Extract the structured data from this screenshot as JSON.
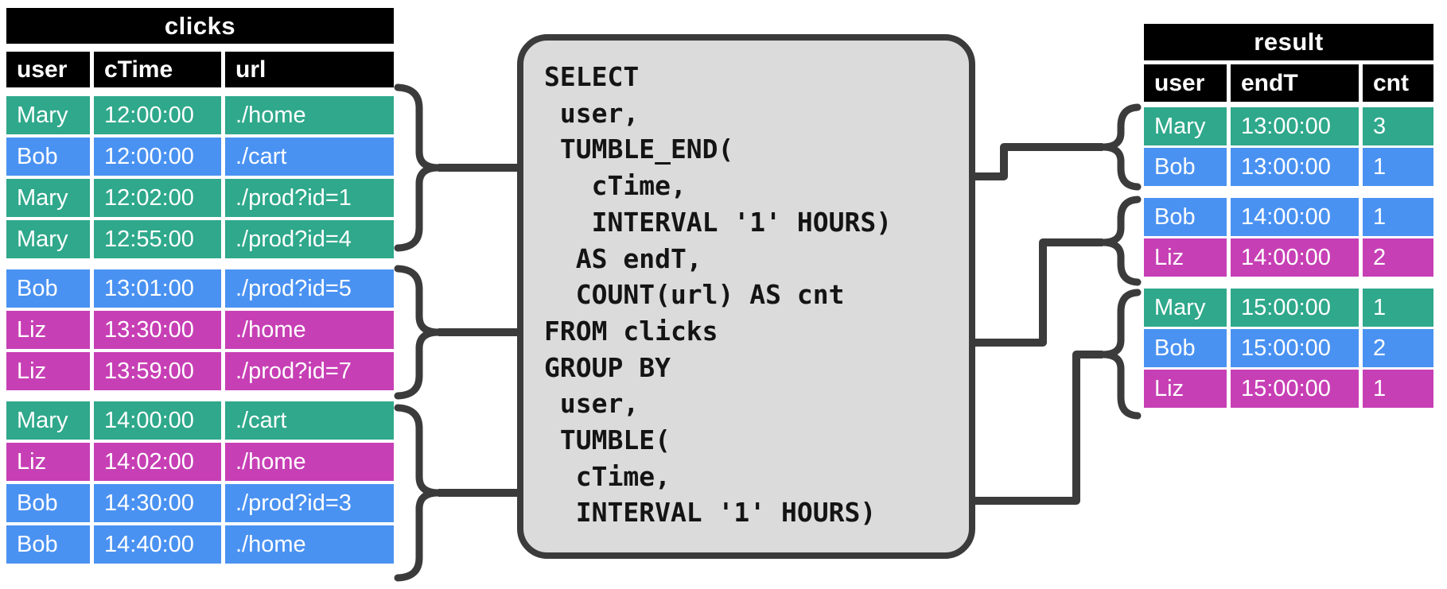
{
  "left_table": {
    "title": "clicks",
    "columns": [
      "user",
      "cTime",
      "url"
    ],
    "groups": [
      [
        {
          "user": "Mary",
          "cTime": "12:00:00",
          "url": "./home"
        },
        {
          "user": "Bob",
          "cTime": "12:00:00",
          "url": "./cart"
        },
        {
          "user": "Mary",
          "cTime": "12:02:00",
          "url": "./prod?id=1"
        },
        {
          "user": "Mary",
          "cTime": "12:55:00",
          "url": "./prod?id=4"
        }
      ],
      [
        {
          "user": "Bob",
          "cTime": "13:01:00",
          "url": "./prod?id=5"
        },
        {
          "user": "Liz",
          "cTime": "13:30:00",
          "url": "./home"
        },
        {
          "user": "Liz",
          "cTime": "13:59:00",
          "url": "./prod?id=7"
        }
      ],
      [
        {
          "user": "Mary",
          "cTime": "14:00:00",
          "url": "./cart"
        },
        {
          "user": "Liz",
          "cTime": "14:02:00",
          "url": "./home"
        },
        {
          "user": "Bob",
          "cTime": "14:30:00",
          "url": "./prod?id=3"
        },
        {
          "user": "Bob",
          "cTime": "14:40:00",
          "url": "./home"
        }
      ]
    ]
  },
  "sql_box": {
    "lines": [
      "SELECT",
      " user,",
      " TUMBLE_END(",
      "   cTime,",
      "   INTERVAL '1' HOURS)",
      "  AS endT,",
      "  COUNT(url) AS cnt",
      "FROM clicks",
      "GROUP BY",
      " user,",
      " TUMBLE(",
      "  cTime,",
      "  INTERVAL '1' HOURS)"
    ]
  },
  "right_table": {
    "title": "result",
    "columns": [
      "user",
      "endT",
      "cnt"
    ],
    "groups": [
      [
        {
          "user": "Mary",
          "endT": "13:00:00",
          "cnt": "3"
        },
        {
          "user": "Bob",
          "endT": "13:00:00",
          "cnt": "1"
        }
      ],
      [
        {
          "user": "Bob",
          "endT": "14:00:00",
          "cnt": "1"
        },
        {
          "user": "Liz",
          "endT": "14:00:00",
          "cnt": "2"
        }
      ],
      [
        {
          "user": "Mary",
          "endT": "15:00:00",
          "cnt": "1"
        },
        {
          "user": "Bob",
          "endT": "15:00:00",
          "cnt": "2"
        },
        {
          "user": "Liz",
          "endT": "15:00:00",
          "cnt": "1"
        }
      ]
    ]
  },
  "user_colors": {
    "Mary": "#2fa88b",
    "Bob": "#4a92f2",
    "Liz": "#c73fb5"
  },
  "colors": {
    "header_bg": "#000000",
    "table_text": "#ffffff",
    "box_fill": "#dbdbdb",
    "box_border": "#3b3b3b",
    "connector": "#3b3b3b",
    "code_text": "#141414"
  }
}
